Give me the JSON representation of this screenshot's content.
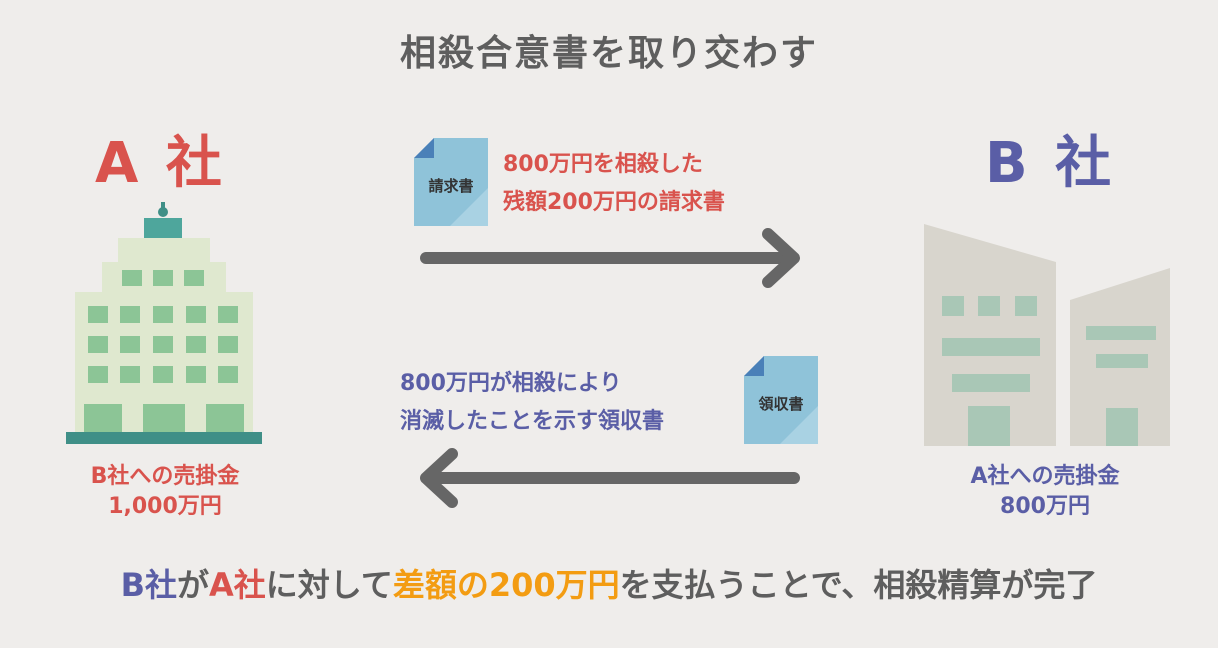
{
  "title": "相殺合意書を取り交わす",
  "company_a": {
    "name": "A 社",
    "receivable_line1": "B社への売掛金",
    "receivable_line2": "1,000万円"
  },
  "company_b": {
    "name": "B 社",
    "receivable_line1": "A社への売掛金",
    "receivable_line2": "800万円"
  },
  "invoice": {
    "doc_label": "請求書",
    "line1": "800万円を相殺した",
    "line2": "残額200万円の請求書"
  },
  "receipt": {
    "doc_label": "領収書",
    "line1": "800万円が相殺により",
    "line2": "消滅したことを示す領収書"
  },
  "conclusion": {
    "part1": "B社",
    "part2": "が",
    "part3": "A社",
    "part4": "に対して",
    "part5": "差額の200万円",
    "part6": "を支払うことで、相殺精算が完了"
  },
  "colors": {
    "company_a": "#d9534d",
    "company_b": "#5a5ea6",
    "highlight": "#f39c12",
    "arrow": "#666666",
    "document": "#8fc3d9"
  }
}
